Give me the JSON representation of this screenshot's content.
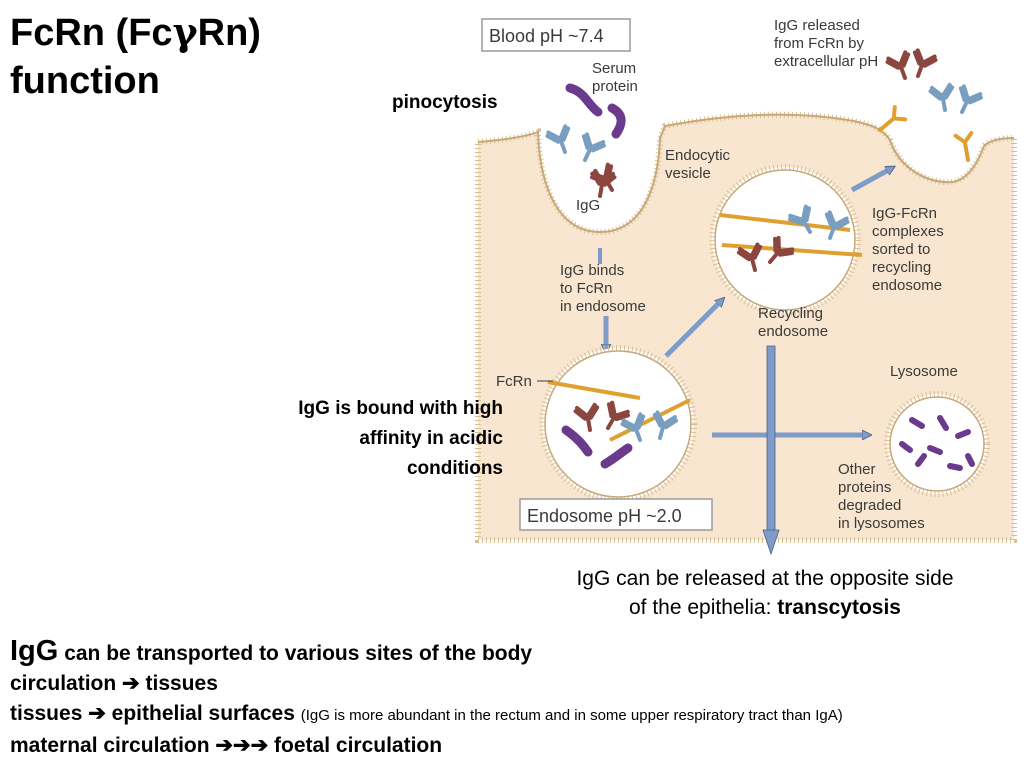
{
  "title": {
    "line1_pre": "FcRn (Fc",
    "line1_greek": "γ",
    "line1_post": "Rn)",
    "line2": "function"
  },
  "annotations": {
    "pinocytosis": "pinocytosis",
    "bound_line1": "IgG is bound with high",
    "bound_line2": "affinity in acidic",
    "bound_line3": "conditions",
    "released_line1": "IgG can be released at the opposite side",
    "released_line2_pre": "of the epithelia:",
    "released_line2_bold": "transcytosis"
  },
  "diagram": {
    "blood_ph": "Blood pH ~7.4",
    "serum_protein": [
      "Serum",
      "protein"
    ],
    "igg": "IgG",
    "endocytic_vesicle": [
      "Endocytic",
      "vesicle"
    ],
    "igg_binds": [
      "IgG binds",
      "to FcRn",
      "in endosome"
    ],
    "igg_released": [
      "IgG released",
      "from FcRn by",
      "extracellular pH"
    ],
    "igg_fcrn_complexes": [
      "IgG-FcRn",
      "complexes",
      "sorted to",
      "recycling",
      "endosome"
    ],
    "recycling_endosome": [
      "Recycling",
      "endosome"
    ],
    "fcrn": "FcRn",
    "lysosome": "Lysosome",
    "other_proteins": [
      "Other",
      "proteins",
      "degraded",
      "in lysosomes"
    ],
    "endosome_ph": "Endosome pH ~2.0"
  },
  "bottom": {
    "igg_big": "IgG",
    "line1_rest": "can be transported to various sites of the body",
    "line2_a": "circulation",
    "line2_b": "tissues",
    "line3_a": "tissues",
    "line3_b": "epithelial surfaces",
    "line3_note": "(IgG is more abundant in the rectum and in some upper respiratory tract than IgA)",
    "line4_a": "maternal circulation",
    "line4_b": "foetal circulation"
  },
  "colors": {
    "cell": "#f8e6d0",
    "membrane": "#d9bf94",
    "igg_red": "#8c4640",
    "igg_blue": "#7a9ec0",
    "fcrn_gold": "#e0a030",
    "protein_purple": "#6b3a8c",
    "arrow_blue": "#7f9bc8"
  },
  "icons": {
    "arrow": "right-arrow-glyph"
  }
}
